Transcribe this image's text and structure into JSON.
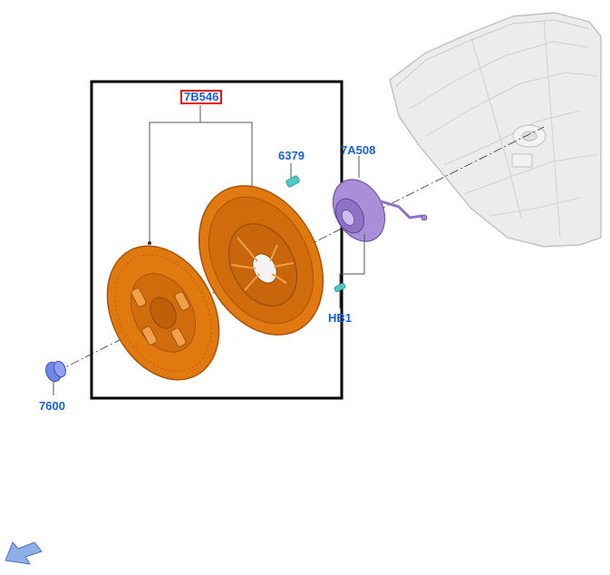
{
  "diagram": {
    "callouts": {
      "clutch_kit": "7B546",
      "bolt": "6379",
      "slave_cylinder": "7A508",
      "bleed_screw": "HB1",
      "pilot_bearing": "7600"
    }
  },
  "colors": {
    "callout_text": "#1a5fd6",
    "selected_box": "#e0121b",
    "group_frame": "#000000",
    "clutch_orange": "#e07a10",
    "slave_purple": "#a98fd8",
    "bolt_teal": "#4fc9c0",
    "bearing_blue": "#6f86e8",
    "housing_gray": "#e9e9e9",
    "nav_arrow": "#8fb0e6"
  },
  "icons": {
    "navigation": "back-arrow-icon"
  }
}
